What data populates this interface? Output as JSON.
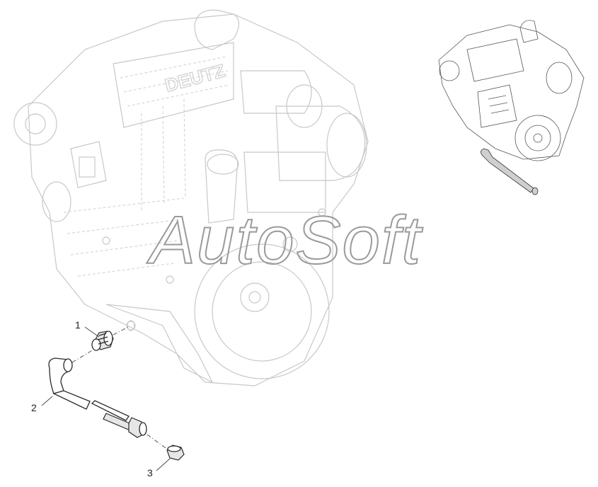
{
  "diagram": {
    "watermark": "AutoSoft",
    "callouts": [
      {
        "id": "1",
        "label": "1"
      },
      {
        "id": "2",
        "label": "2"
      },
      {
        "id": "3",
        "label": "3"
      }
    ],
    "engine_cover_text": "DEUTZ"
  },
  "colors": {
    "line": "#2a2a2a",
    "ghost": "#c8c8c8",
    "watermark": "#9a9a9a",
    "background": "#ffffff"
  }
}
